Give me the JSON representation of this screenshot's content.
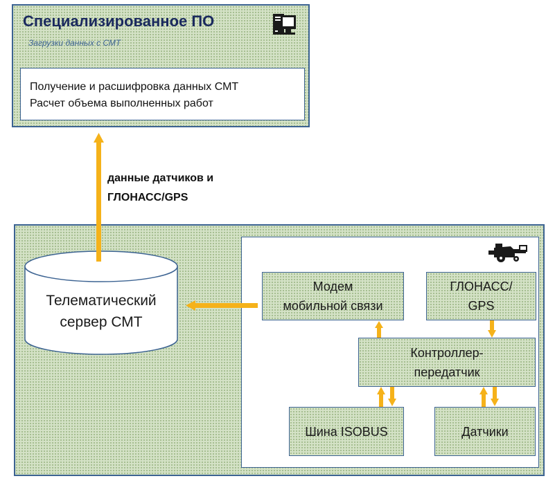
{
  "software": {
    "title": "Специализированное ПО",
    "subtitle": "Загрузки данных с СМТ",
    "lines": [
      "Получение  и расшифровка  данных СМТ",
      "Расчет объема выполненных работ"
    ],
    "icon": "computer-icon"
  },
  "connection": {
    "label_line1": "данные датчиков и",
    "label_line2": "ГЛОНАСС/GPS"
  },
  "server": {
    "line1": "Телематический",
    "line2": "сервер СМТ"
  },
  "machine": {
    "icon": "combine-harvester-icon",
    "modem": {
      "line1": "Модем",
      "line2": "мобильной связи"
    },
    "glonass": {
      "line1": "ГЛОНАСС/",
      "line2": "GPS"
    },
    "controller": {
      "line1": "Контроллер-",
      "line2": "передатчик"
    },
    "isobus": "Шина ISOBUS",
    "sensors": "Датчики"
  },
  "colors": {
    "arrow": "#f5b21a",
    "border": "#3c6392",
    "panel": "#d4e2c6",
    "title": "#1b2a5e"
  }
}
